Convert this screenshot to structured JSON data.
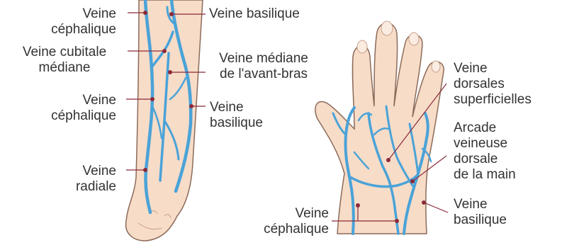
{
  "forearm": {
    "labels": {
      "cephalique_top": [
        "Veine",
        "céphalique"
      ],
      "cubitale_mediane": [
        "Veine cubitale",
        "médiane"
      ],
      "cephalique_mid": [
        "Veine",
        "céphalique"
      ],
      "radiale": [
        "Veine",
        "radiale"
      ],
      "basilique_top": [
        "Veine basilique"
      ],
      "mediane_avant_bras": [
        "Veine médiane",
        "de l'avant-bras"
      ],
      "basilique_mid": [
        "Veine",
        "basilique"
      ]
    }
  },
  "hand": {
    "labels": {
      "dorsales_superficielles": [
        "Veine",
        "dorsales",
        "superficielles"
      ],
      "arcade": [
        "Arcade",
        "veineuse",
        "dorsale",
        "de la main"
      ],
      "basilique": [
        "Veine",
        "basilique"
      ],
      "cephalique": [
        "Veine",
        "céphalique"
      ]
    }
  },
  "colors": {
    "skin": "#f7dcc8",
    "skin_outline": "#8b6b5a",
    "vein": "#4aa3d8",
    "vein_dark": "#2f86bf",
    "leader": "#8b2a3a",
    "text": "#333333"
  }
}
